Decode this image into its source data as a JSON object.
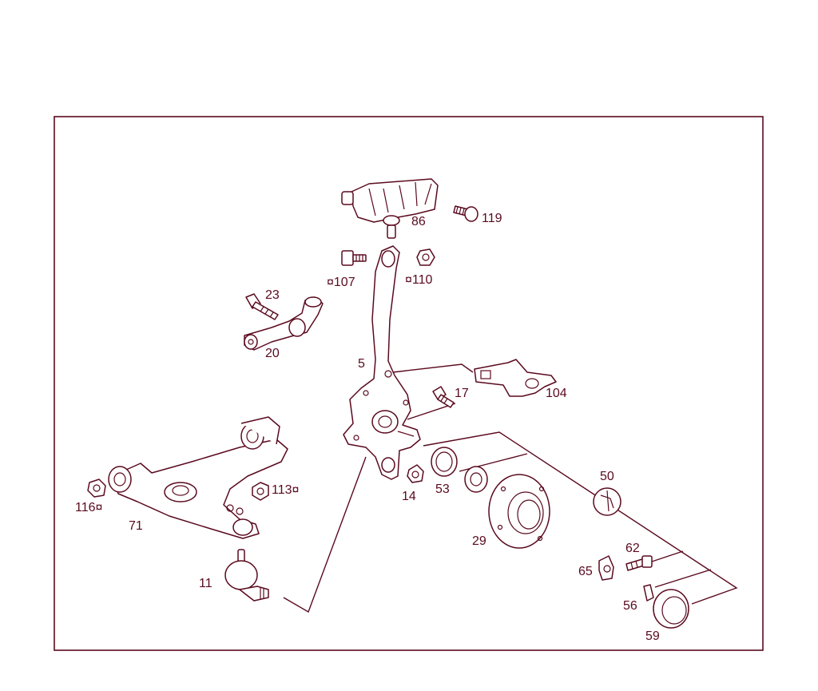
{
  "diagram": {
    "line_color": "#5a0a1e",
    "labels": {
      "p86": "86",
      "p119": "119",
      "p107": "¤107",
      "p110": "¤110",
      "p23": "23",
      "p20": "20",
      "p5": "5",
      "p17": "17",
      "p104": "104",
      "p116": "116¤",
      "p71": "71",
      "p113": "113¤",
      "p14": "14",
      "p53": "53",
      "p50": "50",
      "p29": "29",
      "p11": "11",
      "p62": "62",
      "p65": "65",
      "p56": "56",
      "p59": "59"
    }
  }
}
